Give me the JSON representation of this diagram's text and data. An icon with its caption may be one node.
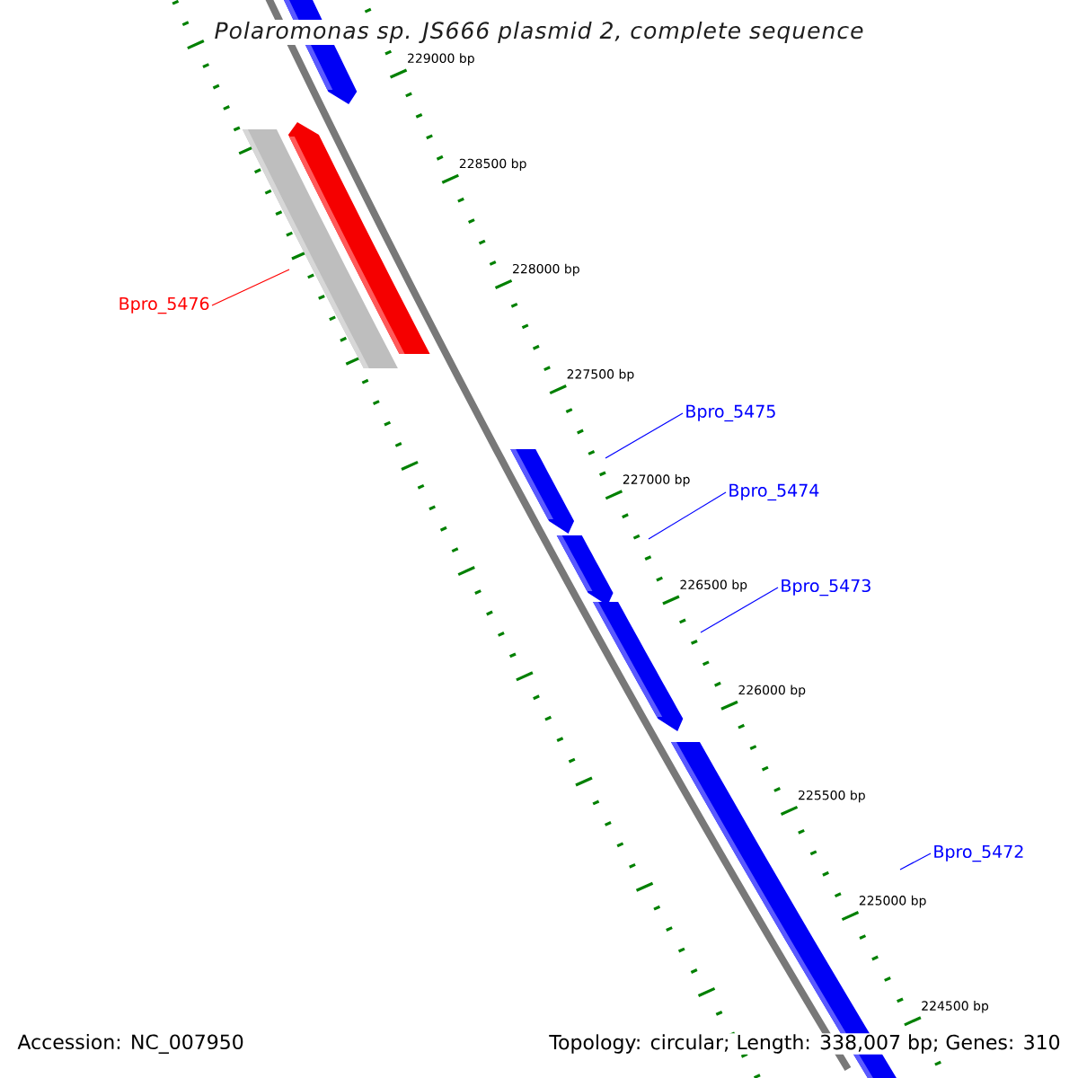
{
  "diagram": {
    "title": "Polaromonas sp. JS666 plasmid 2, complete sequence",
    "nodes": [
      {
        "text": [
          "Bpro_5476"
        ]
      },
      {
        "text": [
          "Bpro_5475"
        ]
      },
      {
        "text": [
          "Bpro_5474"
        ]
      },
      {
        "text": [
          "Bpro_5473"
        ]
      },
      {
        "text": [
          "Bpro_5472"
        ]
      }
    ],
    "edges": [
      {
        "from": 0,
        "to": null,
        "arrow": "none",
        "color": "#ff0000"
      },
      {
        "from": 1,
        "to": null,
        "arrow": "none"
      },
      {
        "from": 2,
        "to": null,
        "arrow": "none"
      },
      {
        "from": 3,
        "to": null,
        "arrow": "none"
      },
      {
        "from": 4,
        "to": null,
        "arrow": "none"
      }
    ],
    "labels": [
      "229000 bp",
      "228500 bp",
      "228000 bp",
      "227500 bp",
      "227000 bp",
      "226500 bp",
      "226000 bp",
      "225500 bp",
      "225000 bp",
      "224500 bp",
      "Accession: NC_007950",
      "Topology: circular; Length: 338,007 bp; Genes: 310"
    ]
  }
}
